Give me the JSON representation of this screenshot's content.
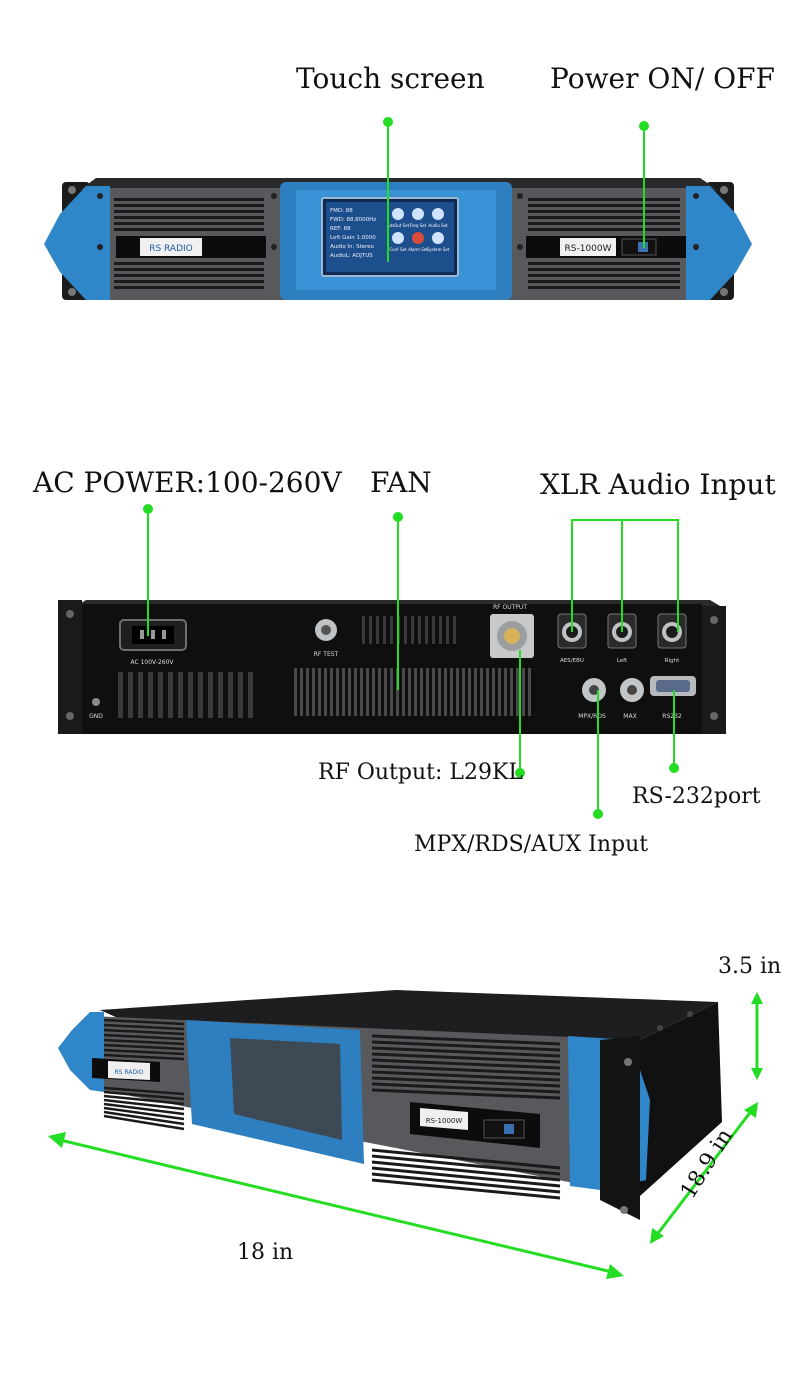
{
  "front_panel": {
    "labels": {
      "touch_screen": "Touch screen",
      "power": "Power ON/ OFF"
    },
    "brand_badge": "RS RADIO",
    "model_badge": "RS-1000W",
    "screen_lines": [
      "FMD: 88",
      "FWD: 88.8000Hz",
      "REF: 88",
      "Left Gain 1.0000",
      "Audio In: Stereo",
      "AudioL: ADJTUS"
    ],
    "screen_icons": [
      "RdsOut Set",
      "Freq Set",
      "Audio Set",
      "Conf Set",
      "Alarm Set",
      "System Set"
    ]
  },
  "rear_panel": {
    "labels": {
      "ac_power": "AC POWER:100-260V",
      "fan": "FAN",
      "xlr_input": "XLR Audio Input",
      "rf_output": "RF Output: L29KL",
      "rs232": "RS-232port",
      "mpx_input": "MPX/RDS/AUX Input"
    },
    "panel_text": {
      "ac": "AC 100V-260V",
      "rf_test": "RF TEST",
      "rf_output": "RF OUTPUT",
      "aes": "AES/EBU",
      "left": "Left",
      "right": "Right",
      "mpx": "MPX/RDS",
      "max": "MAX",
      "rs232": "RS232",
      "gnd": "GND"
    }
  },
  "dimensions": {
    "height": "3.5 in",
    "width": "18 in",
    "depth": "18.9 in"
  },
  "colors": {
    "annotation_green": "#22dd22",
    "accent_blue": "#2f86c9",
    "chassis_dark": "#1d1d1f",
    "panel_gray": "#55585c"
  }
}
